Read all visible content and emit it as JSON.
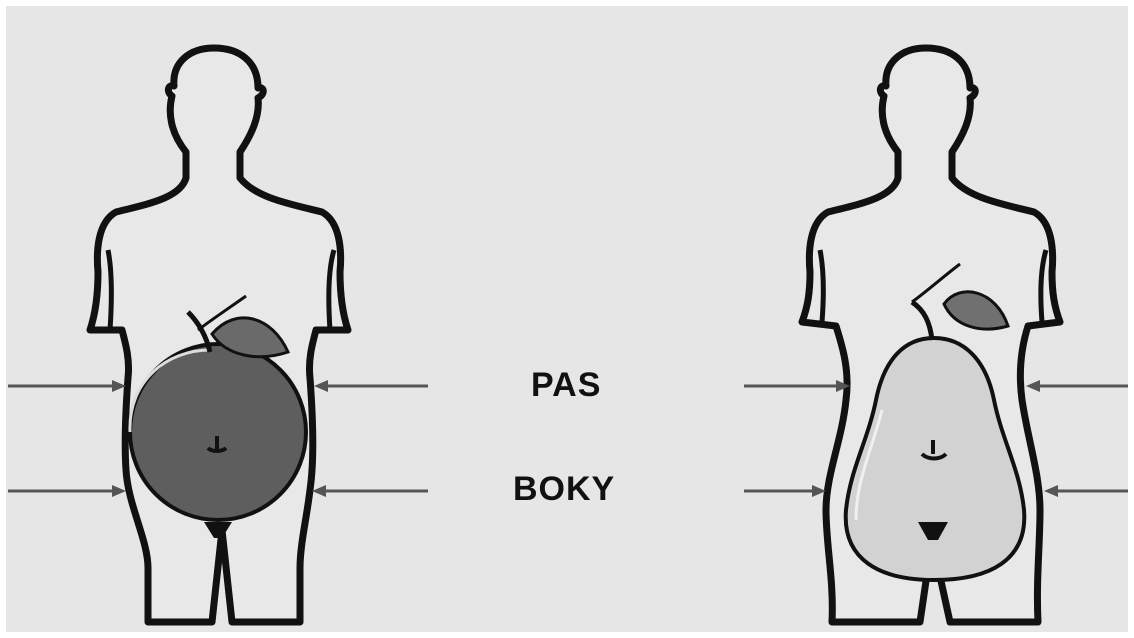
{
  "labels": {
    "waist": "PAS",
    "hips": "BOKY"
  },
  "colors": {
    "background": "#e6e6e6",
    "outline": "#111111",
    "apple_fill": "#5e5e5e",
    "pear_fill": "#d2d2d2",
    "leaf_apple": "#6a6a6a",
    "leaf_pear": "#707070",
    "arrow": "#555555"
  },
  "figures": [
    {
      "name": "apple-shaped-body",
      "fruit": "apple"
    },
    {
      "name": "pear-shaped-body",
      "fruit": "pear"
    }
  ]
}
